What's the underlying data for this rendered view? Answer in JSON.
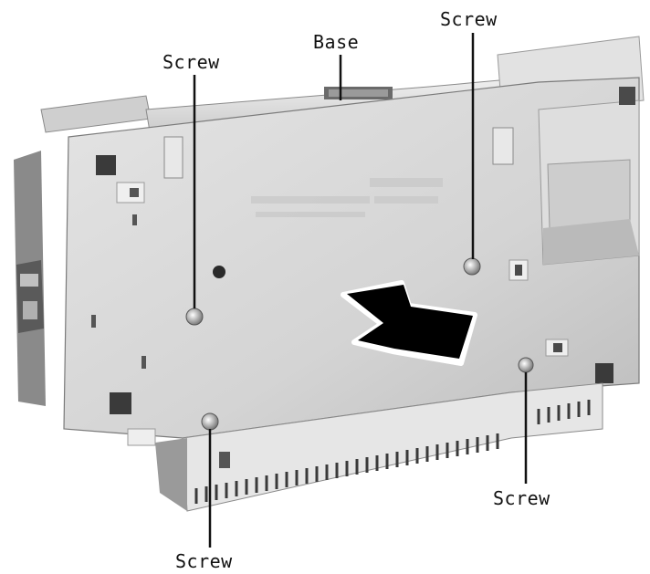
{
  "figure": {
    "subject": "printer-base-assembly",
    "callouts": [
      {
        "id": "base",
        "label": "Base"
      },
      {
        "id": "screw-top-left",
        "label": "Screw"
      },
      {
        "id": "screw-top-right",
        "label": "Screw"
      },
      {
        "id": "screw-bottom-right",
        "label": "Screw"
      },
      {
        "id": "screw-bottom-left",
        "label": "Screw"
      }
    ],
    "arrow": {
      "icon": "direction-arrow-icon",
      "meaning": "slide base out"
    },
    "colors": {
      "panel": "#d9d9d9",
      "panel_shadow": "#a9a9a9",
      "panel_dark": "#6f6f6f",
      "arrow": "#000000",
      "label": "#111111"
    }
  }
}
